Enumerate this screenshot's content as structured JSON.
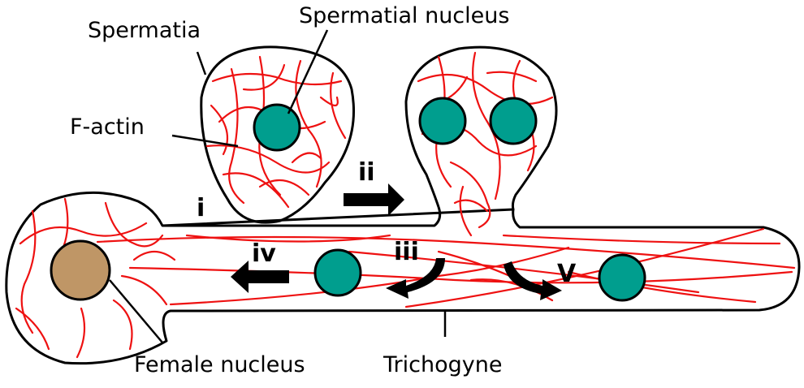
{
  "labels": {
    "spermatia": "Spermatia",
    "spermatial_nucleus": "Spermatial nucleus",
    "f_actin": "F-actin",
    "female_nucleus": "Female nucleus",
    "trichogyne": "Trichogyne"
  },
  "steps": {
    "i": "i",
    "ii": "ii",
    "iii": "iii",
    "iv": "iv",
    "v": "V"
  },
  "colors": {
    "outline": "#000000",
    "f_actin": "#ee1111",
    "spermatial_nucleus": "#009e8e",
    "female_nucleus": "#bf9666",
    "arrow": "#000000"
  }
}
